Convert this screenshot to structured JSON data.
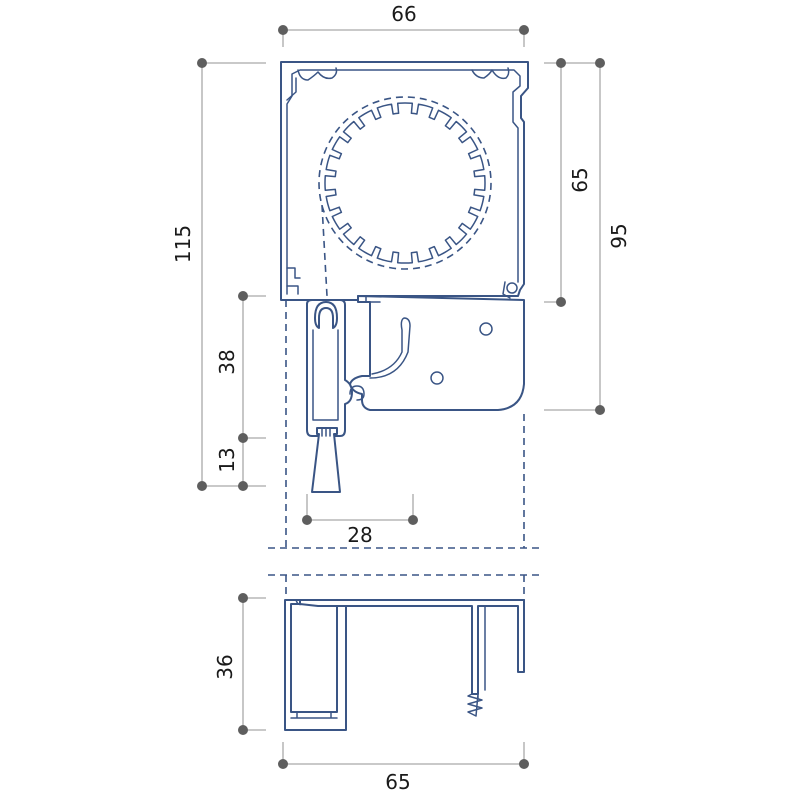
{
  "dimensions": {
    "top_width": "66",
    "left_height": "115",
    "right_inner": "65",
    "right_outer": "95",
    "left_upper": "38",
    "left_lower": "13",
    "bottom_inner": "28",
    "lower_height": "36",
    "bottom_width": "65"
  },
  "colors": {
    "profile": "#3a5585",
    "dimension_line": "#a9a9a9",
    "dimension_dot": "#5e5e5e"
  }
}
